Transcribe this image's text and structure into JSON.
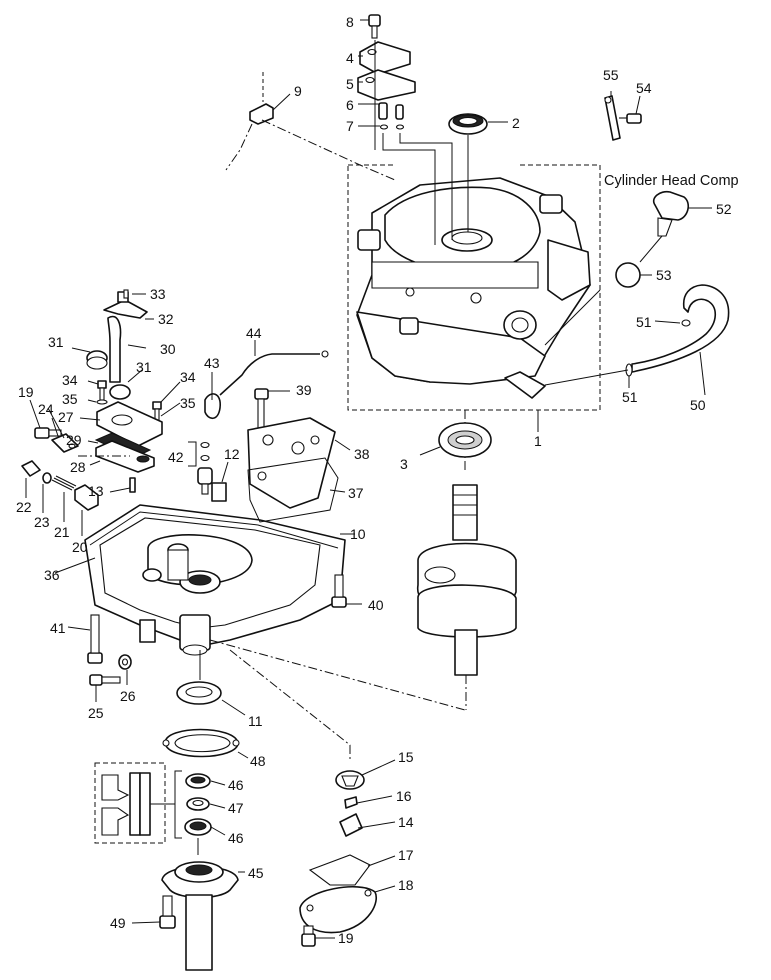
{
  "section_title": "Cylinder Head Comp",
  "callouts": {
    "c1": "1",
    "c2": "2",
    "c3": "3",
    "c4": "4",
    "c5": "5",
    "c6": "6",
    "c7": "7",
    "c8": "8",
    "c9": "9",
    "c10": "10",
    "c11": "11",
    "c12": "12",
    "c13": "13",
    "c14": "14",
    "c15": "15",
    "c16": "16",
    "c17": "17",
    "c18": "18",
    "c19a": "19",
    "c19b": "19",
    "c20": "20",
    "c21": "21",
    "c22": "22",
    "c23": "23",
    "c24": "24",
    "c25": "25",
    "c26": "26",
    "c27": "27",
    "c28": "28",
    "c29": "29",
    "c30": "30",
    "c31a": "31",
    "c31b": "31",
    "c32": "32",
    "c33": "33",
    "c34a": "34",
    "c34b": "34",
    "c35a": "35",
    "c35b": "35",
    "c36": "36",
    "c37": "37",
    "c38": "38",
    "c39": "39",
    "c40": "40",
    "c41": "41",
    "c42": "42",
    "c43": "43",
    "c44": "44",
    "c45": "45",
    "c46a": "46",
    "c46b": "46",
    "c47": "47",
    "c48": "48",
    "c49": "49",
    "c50": "50",
    "c51a": "51",
    "c51b": "51",
    "c52": "52",
    "c53": "53",
    "c54": "54",
    "c55": "55"
  }
}
